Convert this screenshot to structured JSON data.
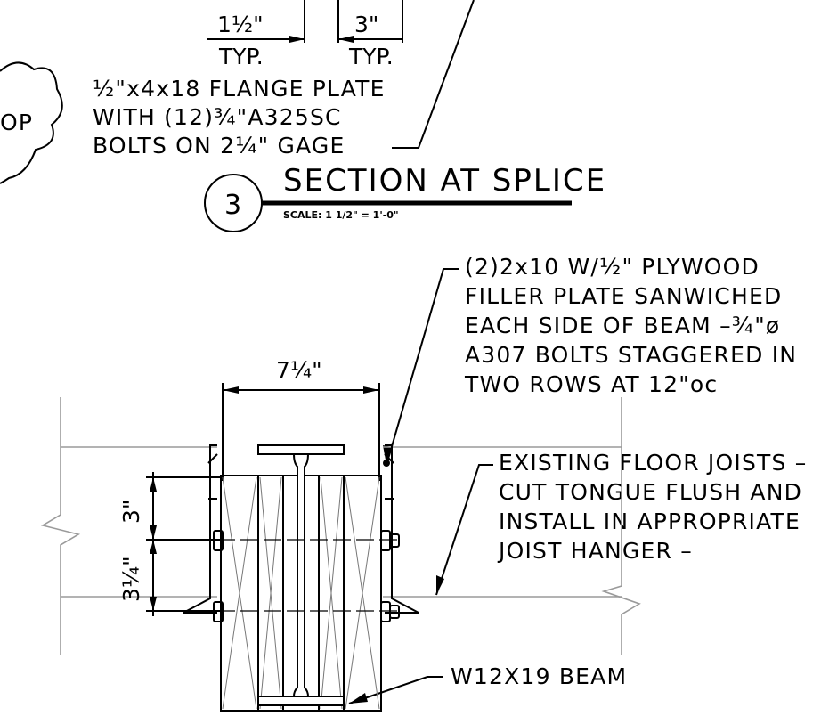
{
  "splice_dims": {
    "left_dim": "1½\"",
    "left_typ": "TYP.",
    "right_dim": "3\"",
    "right_typ": "TYP."
  },
  "flange_plate_note": [
    "½\"x4x18 FLANGE PLATE",
    "WITH (12)¾\"A325SC",
    "BOLTS ON 2¼\" GAGE"
  ],
  "cloud_fragment": "OP",
  "section_title": {
    "number": "3",
    "title": "SECTION AT SPLICE",
    "scale": "SCALE: 1 1/2\" = 1'-0\""
  },
  "plywood_note": [
    "(2)2x10 W/½\" PLYWOOD",
    "FILLER PLATE SANWICHED",
    "EACH SIDE OF BEAM –¾\"ø",
    "A307 BOLTS STAGGERED IN",
    "TWO ROWS AT 12\"oc"
  ],
  "joists_note": [
    "EXISTING FLOOR JOISTS –",
    "CUT TONGUE FLUSH AND",
    "INSTALL IN APPROPRIATE",
    "JOIST HANGER –"
  ],
  "beam_note": "W12X19 BEAM",
  "width_dim": "7¼\"",
  "vert_dim_top": "3\"",
  "vert_dim_bottom": "3¼\""
}
